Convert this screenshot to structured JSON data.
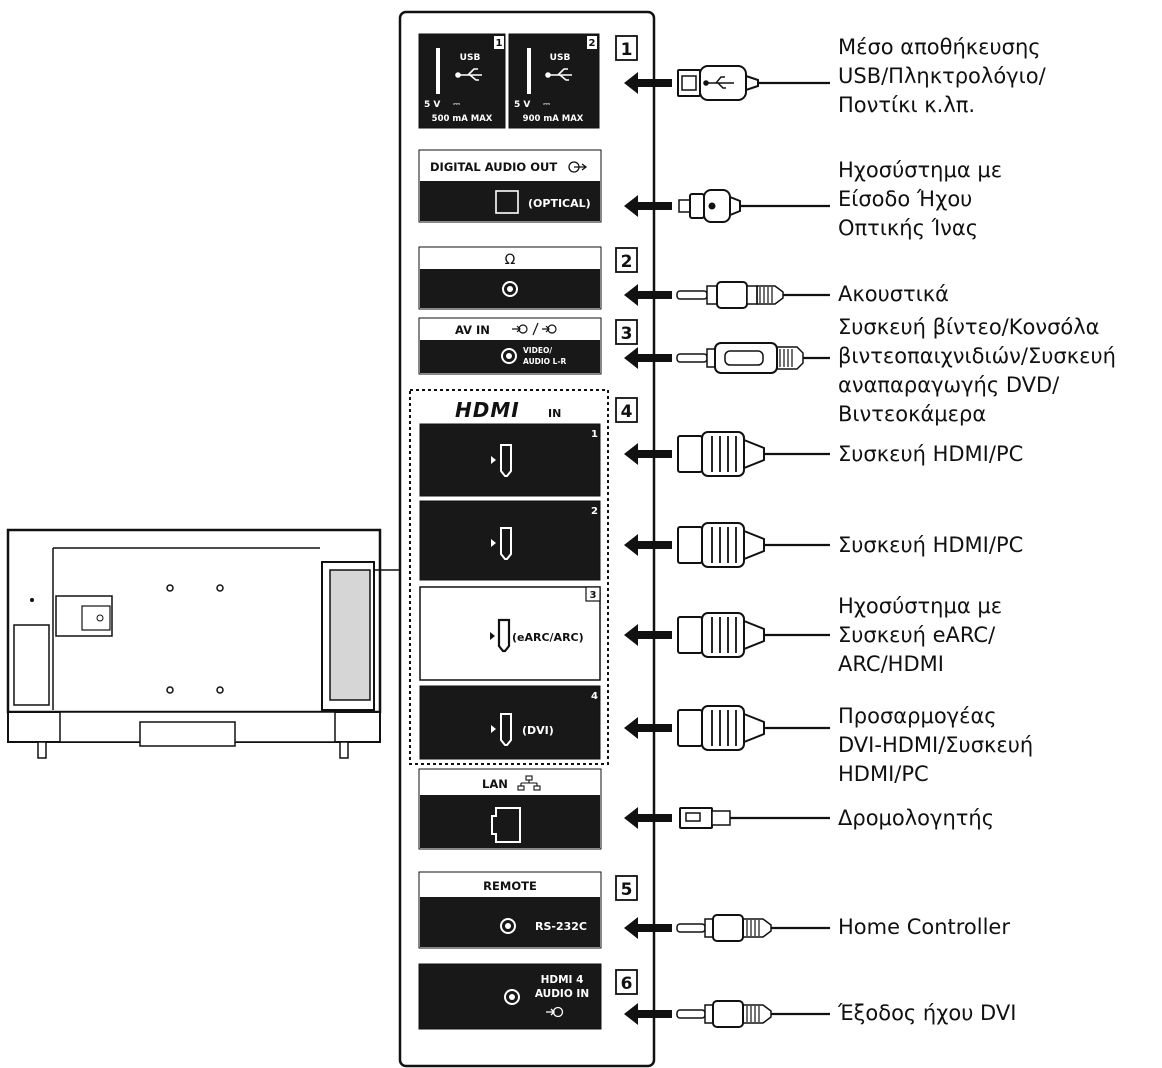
{
  "usb": {
    "port1": {
      "label": "USB",
      "num": "1",
      "volt": "5 V",
      "current": "500 mA MAX"
    },
    "port2": {
      "label": "USB",
      "num": "2",
      "volt": "5 V",
      "current": "900 mA MAX"
    },
    "dc_symbol": "⎓"
  },
  "digital_audio": {
    "label": "DIGITAL AUDIO OUT",
    "sub": "(OPTICAL)"
  },
  "headphone": {
    "symbol": "Ω"
  },
  "av_in": {
    "label": "AV IN",
    "sub1": "VIDEO/",
    "sub2": "AUDIO L-R"
  },
  "hdmi": {
    "logo": "HDMI",
    "in": "IN",
    "ports": [
      {
        "num": "1",
        "tag": ""
      },
      {
        "num": "2",
        "tag": ""
      },
      {
        "num": "3",
        "tag": "(eARC/ARC)"
      },
      {
        "num": "4",
        "tag": "(DVI)"
      }
    ]
  },
  "lan": {
    "label": "LAN"
  },
  "remote": {
    "label": "REMOTE",
    "sub": "RS-232C"
  },
  "hdmi4_audio": {
    "line1": "HDMI 4",
    "line2": "AUDIO IN"
  },
  "section_numbers": [
    "1",
    "2",
    "3",
    "4",
    "5",
    "6"
  ],
  "devices": {
    "usb": [
      "Μέσο αποθήκευσης",
      "USB/Πληκτρολόγιο/",
      "Ποντίκι κ.λπ."
    ],
    "optical": [
      "Ηχοσύστημα με",
      "Είσοδο Ήχου",
      "Οπτικής Ίνας"
    ],
    "headphones": [
      "Ακουστικά"
    ],
    "av": [
      "Συσκευή βίντεο/Κονσόλα",
      "βιντεοπαιχνιδιών/Συσκευή",
      "αναπαραγωγής DVD/",
      "Βιντεοκάμερα"
    ],
    "hdmi1": [
      "Συσκευή HDMI/PC"
    ],
    "hdmi2": [
      "Συσκευή HDMI/PC"
    ],
    "hdmi3": [
      "Ηχοσύστημα με",
      "Συσκευή eARC/",
      "ARC/HDMI"
    ],
    "hdmi4": [
      "Προσαρμογέας",
      "DVI-HDMI/Συσκευή",
      "HDMI/PC"
    ],
    "lan": [
      "Δρομολογητής"
    ],
    "remote": [
      "Home Controller"
    ],
    "dvi_audio": [
      "Έξοδος ήχου DVI"
    ]
  }
}
